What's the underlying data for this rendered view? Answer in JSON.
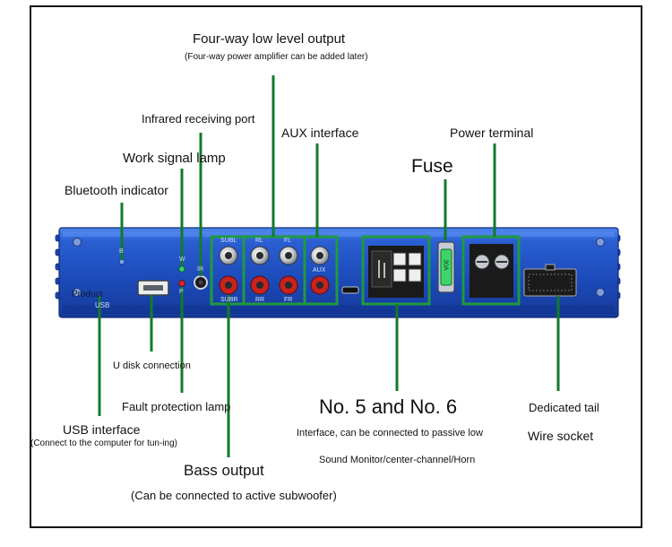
{
  "labels": {
    "four_way_title": "Four-way low level output",
    "four_way_note": "(Four-way power amplifier can be added later)",
    "infrared": "Infrared receiving port",
    "aux": "AUX interface",
    "power_terminal": "Power terminal",
    "work_lamp": "Work signal lamp",
    "fuse": "Fuse",
    "bluetooth": "Bluetooth indicator",
    "u_disk": "U disk connection",
    "fault_lamp": "Fault protection lamp",
    "no5_no6": "No. 5 and No. 6",
    "no56_desc1": "Interface, can be connected to passive low",
    "no56_desc2": "Sound Monitor/center-channel/Horn",
    "dedicated_tail": "Dedicated tail",
    "wire_socket": "Wire socket",
    "usb_title": "USB interface",
    "usb_note": "(Connect to the computer for tun-ing)",
    "bass_title": "Bass output",
    "bass_note": "(Can be connected to active subwoofer)"
  },
  "panel": {
    "product_text": "Product",
    "usb_text": "USB",
    "sub_top": "SUBL",
    "rl": "RL",
    "fl": "FL",
    "aux": "AUX",
    "sub_bottom": "SUBR",
    "rr": "RR",
    "fr": "FR",
    "ir": "IR",
    "fuse_rating": "30A",
    "led_w": "W",
    "led_p": "P",
    "bt_b": "B"
  },
  "colors": {
    "chassis": "#1f4fc0",
    "chassis_light": "#3d74e8",
    "highlight_green": "#1f9a3e",
    "callout_line": "#137a2c",
    "rca_red": "#c8231c",
    "fuse_green": "#3fd46a"
  }
}
